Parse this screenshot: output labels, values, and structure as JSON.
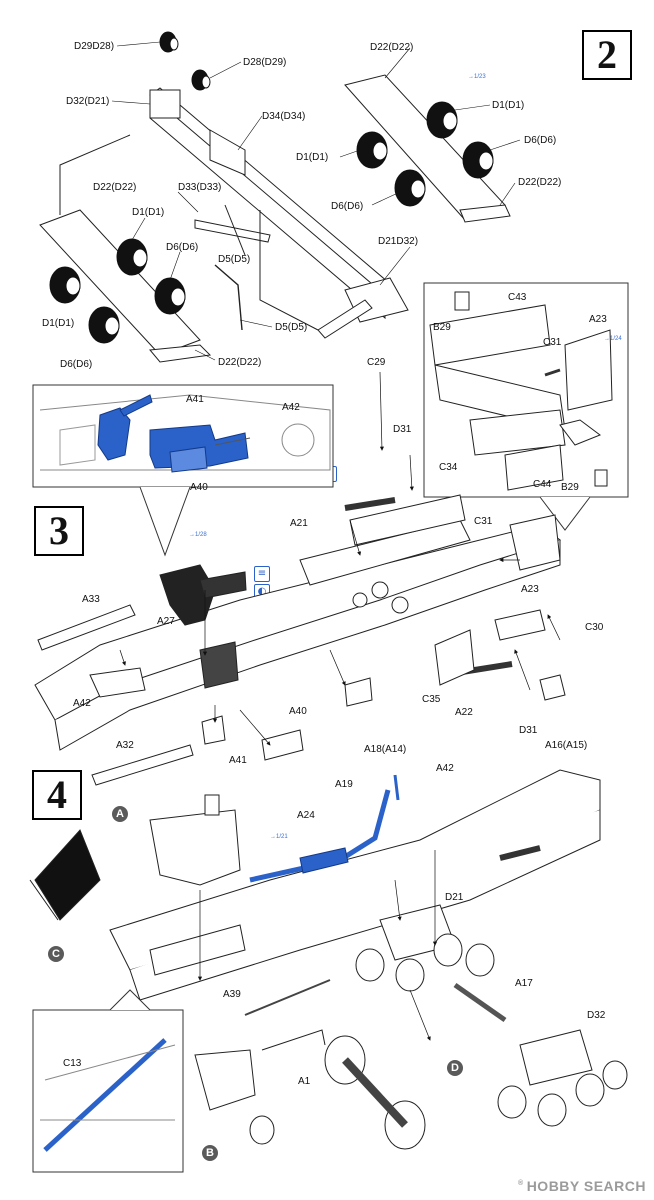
{
  "steps": {
    "s2": "2",
    "s3": "3",
    "s4": "4"
  },
  "callouts": {
    "a": "A",
    "b": "B",
    "c": "C",
    "d": "D"
  },
  "watermark": {
    "brand": "HOBBY SEARCH",
    "mark": "®"
  },
  "step2_labels": {
    "d29d28": "D29D28)",
    "d28d29": "D28(D29)",
    "d32d21": "D32(D21)",
    "d34d34": "D34(D34)",
    "d22d22_left": "D22(D22)",
    "d33d33": "D33(D33)",
    "d1d1_a": "D1(D1)",
    "d6d6_a": "D6(D6)",
    "d5d5_a": "D5(D5)",
    "d1d1_b": "D1(D1)",
    "d6d6_b": "D6(D6)",
    "d5d5_b": "D5(D5)",
    "d22d22_b": "D22(D22)",
    "d22d22_top": "D22(D22)",
    "d1d1_c": "D1(D1)",
    "d6d6_c": "D6(D6)",
    "d1d1_d": "D1(D1)",
    "d6d6_d": "D6(D6)",
    "d22d22_right": "D22(D22)",
    "d21d32": "D21D32)"
  },
  "step3_labels": {
    "c43": "C43",
    "b29_top": "B29",
    "a23_top": "A23",
    "c31_top": "C31",
    "c44": "C44",
    "b29_bot": "B29",
    "c29": "C29",
    "a41_detail": "A41",
    "a42_detail": "A42",
    "a40_detail": "A40",
    "d31_top": "D31",
    "c34": "C34",
    "a21": "A21",
    "c31": "C31",
    "a23": "A23",
    "a27": "A27",
    "a33": "A33",
    "c30": "C30",
    "c35": "C35",
    "a22": "A22",
    "d31_bot": "D31",
    "a16a15": "A16(A15)",
    "a42": "A42",
    "a32": "A32",
    "a41": "A41",
    "a40": "A40",
    "a18a14": "A18(A14)"
  },
  "step4_labels": {
    "a19": "A19",
    "a42": "A42",
    "a24": "A24",
    "d21": "D21",
    "a17": "A17",
    "d32": "D32",
    "a39": "A39",
    "a1": "A1",
    "c13": "C13"
  },
  "colors": {
    "paint": "#2b62c9"
  }
}
